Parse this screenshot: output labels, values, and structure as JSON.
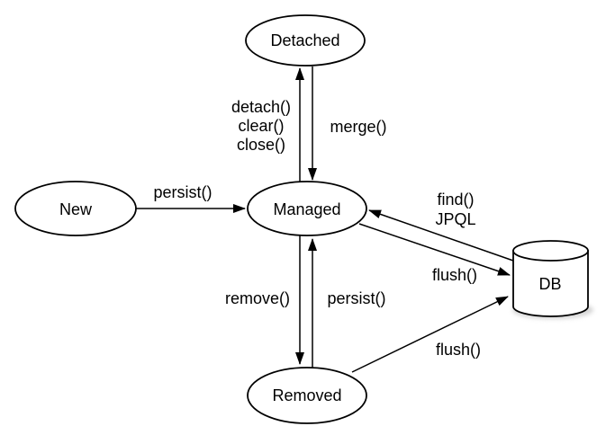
{
  "diagram": {
    "kind": "entity-lifecycle-state-diagram",
    "background_color": "#ffffff",
    "line_color": "#000000",
    "text_color": "#000000",
    "states": [
      {
        "id": "detached",
        "label": "Detached"
      },
      {
        "id": "new",
        "label": "New"
      },
      {
        "id": "managed",
        "label": "Managed"
      },
      {
        "id": "removed",
        "label": "Removed"
      }
    ],
    "datastore": {
      "id": "db",
      "label": "DB"
    },
    "transitions": [
      {
        "from": "New",
        "to": "Managed",
        "lines": [
          "persist()"
        ]
      },
      {
        "from": "Managed",
        "to": "Detached",
        "lines": [
          "detach()",
          "clear()",
          "close()"
        ]
      },
      {
        "from": "Detached",
        "to": "Managed",
        "lines": [
          "merge()"
        ]
      },
      {
        "from": "DB",
        "to": "Managed",
        "lines": [
          "find()",
          "JPQL"
        ]
      },
      {
        "from": "Managed",
        "to": "DB",
        "lines": [
          "flush()"
        ]
      },
      {
        "from": "Managed",
        "to": "Removed",
        "lines": [
          "remove()"
        ]
      },
      {
        "from": "Removed",
        "to": "Managed",
        "lines": [
          "persist()"
        ]
      },
      {
        "from": "Removed",
        "to": "DB",
        "lines": [
          "flush()"
        ]
      }
    ]
  }
}
